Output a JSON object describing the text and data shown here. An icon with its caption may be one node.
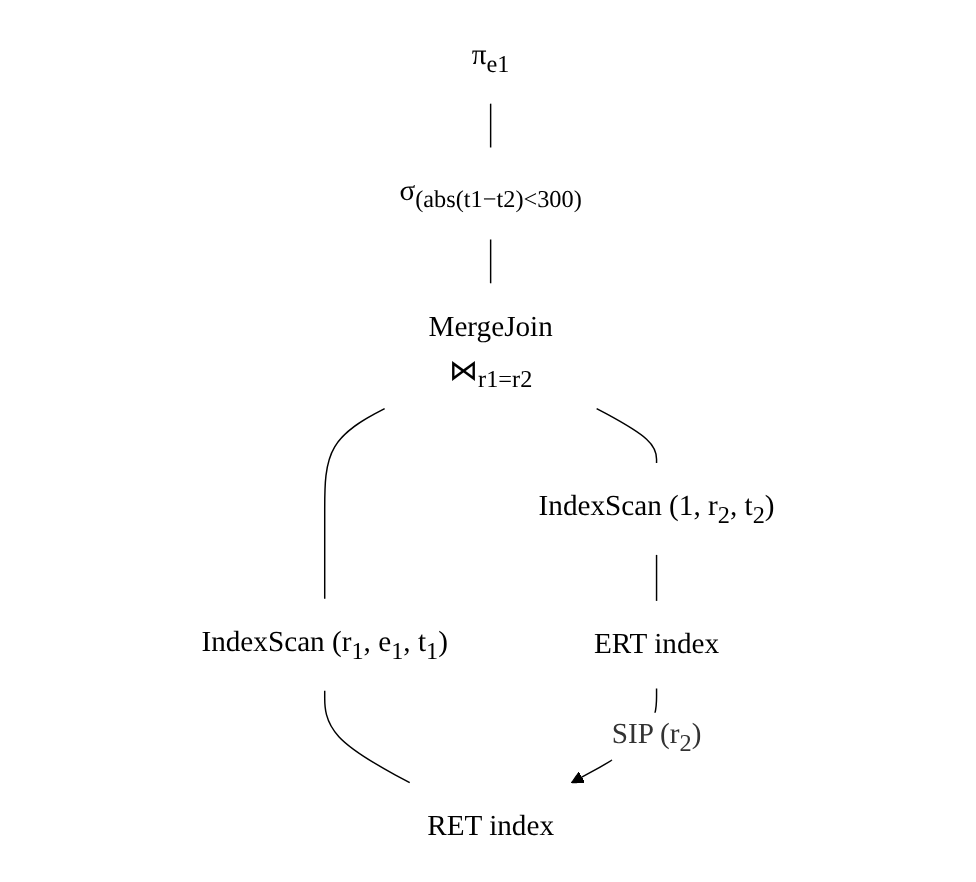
{
  "diagram": {
    "nodes": [
      {
        "text": [
          "π$_{e1}$"
        ]
      },
      {
        "text": [
          "σ$_{(abs(t1−t2)<300)}$"
        ]
      },
      {
        "text": [
          "MergeJoin",
          "⋈$_{r1=r2}$"
        ]
      },
      {
        "text": [
          "IndexScan (1, r$_{2}$, t$_{2}$)"
        ]
      },
      {
        "text": [
          "IndexScan (r$_{1}$, e$_{1}$, t$_{1}$)"
        ]
      },
      {
        "text": [
          "ERT index"
        ]
      },
      {
        "text": [
          "RET index"
        ]
      }
    ],
    "edges": [
      {
        "from": 0,
        "to": 1,
        "arrow": "none"
      },
      {
        "from": 1,
        "to": 2,
        "arrow": "none"
      },
      {
        "from": 2,
        "to": 3,
        "arrow": "none"
      },
      {
        "from": 2,
        "to": 4,
        "arrow": "none"
      },
      {
        "from": 3,
        "to": 5,
        "arrow": "none"
      },
      {
        "from": 4,
        "to": 6,
        "arrow": "none"
      },
      {
        "from": 5,
        "to": 6,
        "arrow": "to",
        "label": "SIP (r$_{2}$)"
      }
    ]
  }
}
